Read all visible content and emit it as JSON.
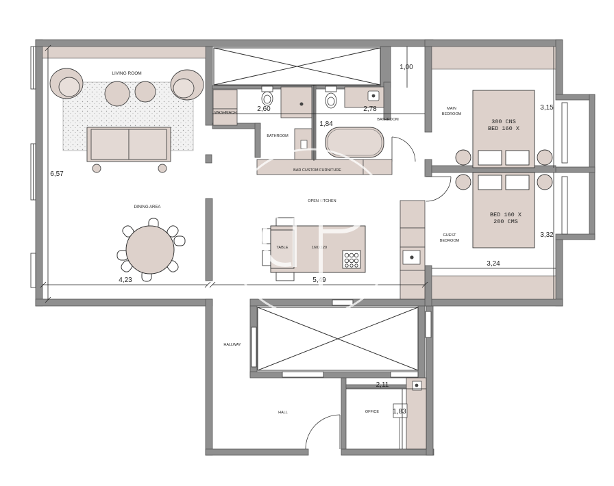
{
  "rooms": {
    "living_room": "LIVING ROOM",
    "dining_area": "DINING AREA",
    "open_kitchen": "OPEN KITCHEN",
    "washmach": "WASHMACH",
    "bathroom_small": "BATHROOM",
    "bathroom_main": "BATHROOM",
    "bar_furniture": "BAR CUSTOM FURNITURE",
    "main_bedroom": [
      "MAIN",
      "BEDROOM"
    ],
    "guest_bedroom": [
      "GUEST",
      "BEDROOM"
    ],
    "hallway": "HALLWAY",
    "hall": "HALL",
    "office": "OFFICE",
    "table": "TABLE",
    "table_size": "160X120"
  },
  "beds": {
    "main": [
      "300 CNS",
      "BED 160 X"
    ],
    "guest": [
      "BED 160 X",
      "200 CMS"
    ]
  },
  "dimensions": {
    "d_657": "6,57",
    "d_423": "4,23",
    "d_549": "5,49",
    "d_260": "2,60",
    "d_278": "2,78",
    "d_184": "1,84",
    "d_100": "1,00",
    "d_315": "3,15",
    "d_332": "3,32",
    "d_324": "3,24",
    "d_211": "2,11",
    "d_183": "1,83"
  },
  "colors": {
    "wall": "#8f8f8f",
    "furniture": "#ddd1cb",
    "line": "#333333"
  }
}
